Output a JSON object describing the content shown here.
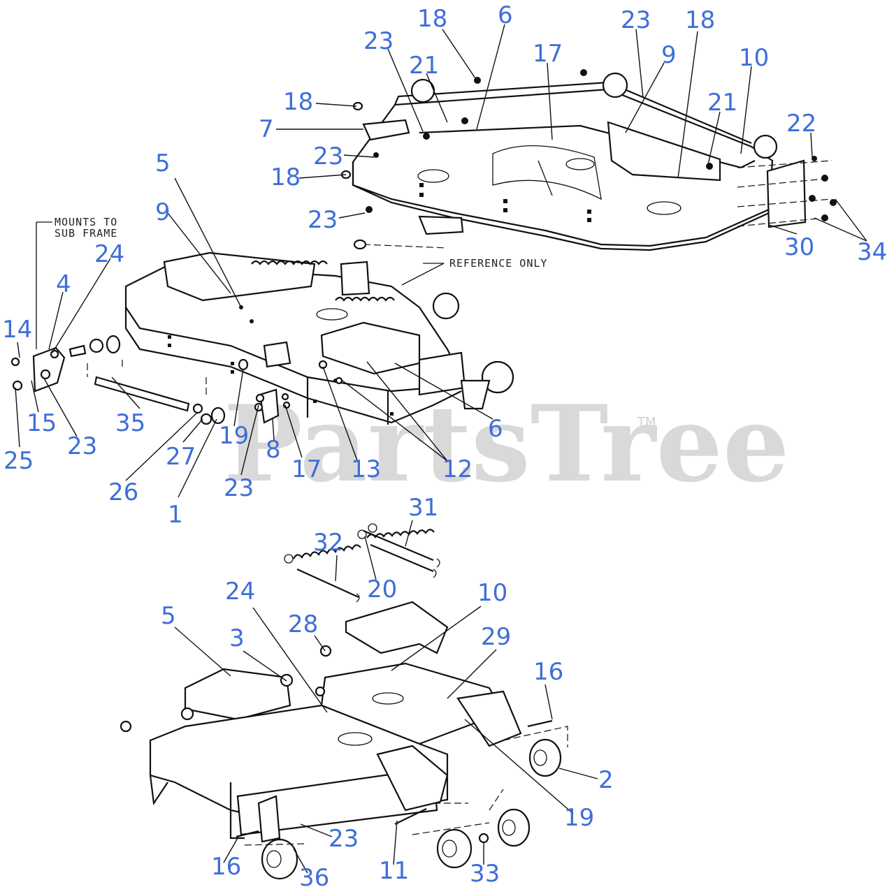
{
  "watermark": {
    "text": "PartsTree",
    "tm": "TM"
  },
  "annotations": {
    "mounts_line1": "MOUNTS TO",
    "mounts_line2": "SUB FRAME",
    "reference_only": "REFERENCE ONLY"
  },
  "callouts": [
    {
      "id": "c18a",
      "label": "18"
    },
    {
      "id": "c6a",
      "label": "6"
    },
    {
      "id": "c23a",
      "label": "23"
    },
    {
      "id": "c23b",
      "label": "23"
    },
    {
      "id": "c18b",
      "label": "18"
    },
    {
      "id": "c21a",
      "label": "21"
    },
    {
      "id": "c17a",
      "label": "17"
    },
    {
      "id": "c9a",
      "label": "9"
    },
    {
      "id": "c10a",
      "label": "10"
    },
    {
      "id": "c21b",
      "label": "21"
    },
    {
      "id": "c18c",
      "label": "18"
    },
    {
      "id": "c7",
      "label": "7"
    },
    {
      "id": "c22",
      "label": "22"
    },
    {
      "id": "c23c",
      "label": "23"
    },
    {
      "id": "c18d",
      "label": "18"
    },
    {
      "id": "c5a",
      "label": "5"
    },
    {
      "id": "c23d",
      "label": "23"
    },
    {
      "id": "c30",
      "label": "30"
    },
    {
      "id": "c34",
      "label": "34"
    },
    {
      "id": "c9b",
      "label": "9"
    },
    {
      "id": "c24a",
      "label": "24"
    },
    {
      "id": "c4",
      "label": "4"
    },
    {
      "id": "c14",
      "label": "14"
    },
    {
      "id": "c15",
      "label": "15"
    },
    {
      "id": "c23e",
      "label": "23"
    },
    {
      "id": "c35",
      "label": "35"
    },
    {
      "id": "c25",
      "label": "25"
    },
    {
      "id": "c19a",
      "label": "19"
    },
    {
      "id": "c6b",
      "label": "6"
    },
    {
      "id": "c27",
      "label": "27"
    },
    {
      "id": "c8",
      "label": "8"
    },
    {
      "id": "c26",
      "label": "26"
    },
    {
      "id": "c17b",
      "label": "17"
    },
    {
      "id": "c13",
      "label": "13"
    },
    {
      "id": "c12",
      "label": "12"
    },
    {
      "id": "c23f",
      "label": "23"
    },
    {
      "id": "c1",
      "label": "1"
    },
    {
      "id": "c31",
      "label": "31"
    },
    {
      "id": "c32",
      "label": "32"
    },
    {
      "id": "c20",
      "label": "20"
    },
    {
      "id": "c10b",
      "label": "10"
    },
    {
      "id": "c24b",
      "label": "24"
    },
    {
      "id": "c5b",
      "label": "5"
    },
    {
      "id": "c28",
      "label": "28"
    },
    {
      "id": "c3",
      "label": "3"
    },
    {
      "id": "c29",
      "label": "29"
    },
    {
      "id": "c16a",
      "label": "16"
    },
    {
      "id": "c2",
      "label": "2"
    },
    {
      "id": "c19b",
      "label": "19"
    },
    {
      "id": "c23g",
      "label": "23"
    },
    {
      "id": "c16b",
      "label": "16"
    },
    {
      "id": "c36",
      "label": "36"
    },
    {
      "id": "c11",
      "label": "11"
    },
    {
      "id": "c33",
      "label": "33"
    }
  ]
}
